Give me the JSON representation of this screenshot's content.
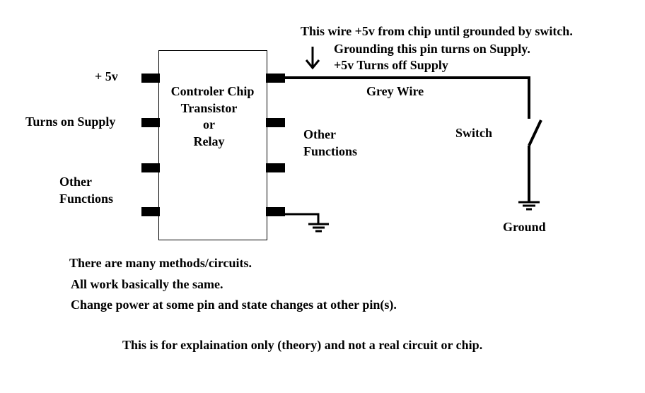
{
  "top_note": {
    "line1": "This wire +5v from chip until grounded by switch.",
    "line2": "Grounding this pin turns on Supply.",
    "line3": "+5v Turns off Supply"
  },
  "chip": {
    "line1": "Controler Chip",
    "line2": "Transistor",
    "line3": "or",
    "line4": "Relay"
  },
  "left_labels": {
    "plus5v": "+ 5v",
    "turns_on": "Turns on Supply",
    "other1": "Other",
    "other2": "Functions"
  },
  "right_labels": {
    "other1": "Other",
    "other2": "Functions",
    "grey_wire": "Grey Wire",
    "switch": "Switch",
    "ground": "Ground"
  },
  "notes": [
    "There are many methods/circuits.",
    "All work basically the same.",
    "Change power at some pin and state  changes at other pin(s)."
  ],
  "disclaimer": "This is for explaination only (theory) and not a real circuit or chip."
}
